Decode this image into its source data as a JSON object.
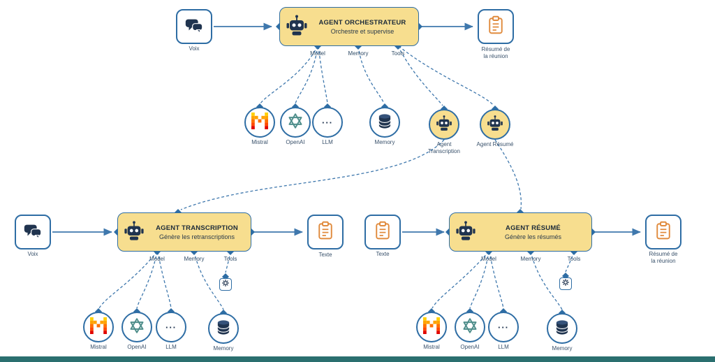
{
  "diagram": {
    "orchestrator": {
      "title": "AGENT ORCHESTRATEUR",
      "subtitle": "Orchestre et supervise",
      "input_label": "Voix",
      "output_label": "Résumé de la réunion",
      "ports": [
        "Model",
        "Memory",
        "Tools"
      ],
      "resources": [
        "Mistral",
        "OpenAI",
        "LLM",
        "Memory",
        "Agent Transcription",
        "Agent Résumé"
      ]
    },
    "transcription": {
      "title": "AGENT TRANSCRIPTION",
      "subtitle": "Génère les retranscriptions",
      "input_label": "Voix",
      "output_label": "Texte",
      "ports": [
        "Model",
        "Memory",
        "Tools"
      ],
      "resources": [
        "Mistral",
        "OpenAI",
        "LLM",
        "Memory"
      ]
    },
    "resume": {
      "title": "AGENT RÉSUMÉ",
      "subtitle": "Génère les résumés",
      "input_label": "Texte",
      "output_label": "Résumé de la réunion",
      "ports": [
        "Model",
        "Memory",
        "Tools"
      ],
      "resources": [
        "Mistral",
        "OpenAI",
        "LLM",
        "Memory"
      ]
    },
    "llm_dots": "···"
  },
  "icons": {
    "robot": "robot-head",
    "chat": "speech-bubbles",
    "clipboard": "clipboard",
    "database": "database-cylinder",
    "mistral": "mistral-m-blocks",
    "openai": "hexagram-knot",
    "tool": "gear",
    "llm": "ellipsis-dots"
  },
  "colors": {
    "accent_blue": "#2E6DA4",
    "line_blue": "#3F78AD",
    "agent_fill": "#F7DE8F",
    "navy_icon": "#20344F",
    "clipboard_orange": "#E08A3C",
    "openai_teal": "#4F8E8B",
    "background_teal": "#2A6F6F"
  }
}
